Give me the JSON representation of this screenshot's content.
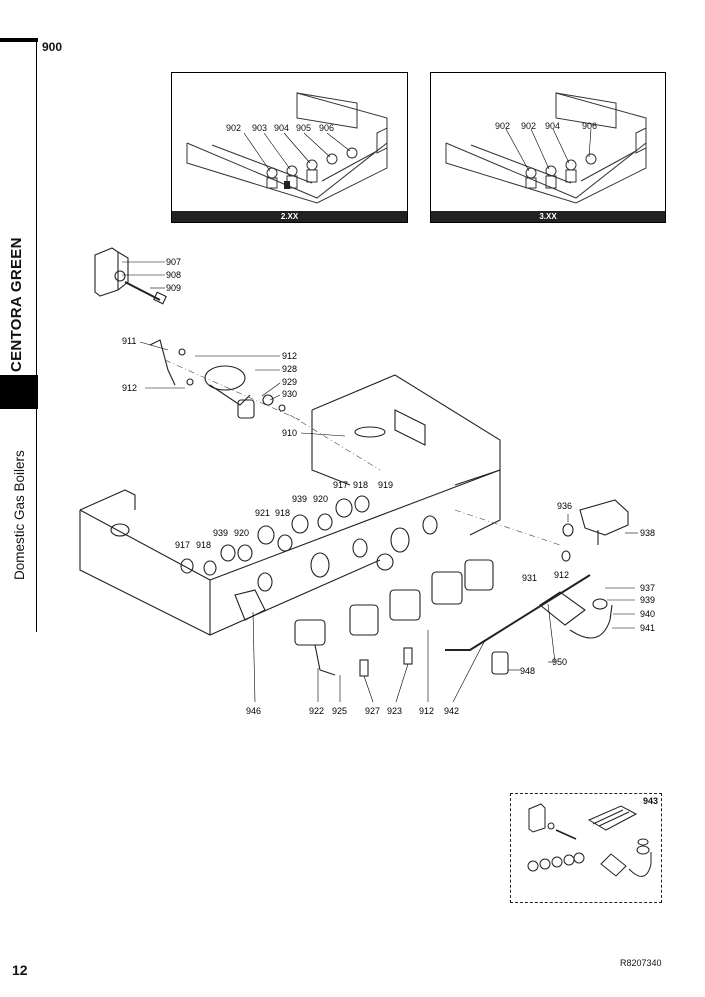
{
  "page": {
    "section_number": "900",
    "brand": "CENTORA GREEN",
    "category": "Domestic Gas Boilers",
    "page_number": "12",
    "doc_ref": "R8207340"
  },
  "variant_left": {
    "label": "2.XX",
    "callouts": [
      "902",
      "903",
      "904",
      "905",
      "906"
    ]
  },
  "variant_right": {
    "label": "3.XX",
    "callouts": [
      "902",
      "902",
      "904",
      "906"
    ]
  },
  "bracket_callouts": [
    "907",
    "908",
    "909"
  ],
  "valve_callouts": [
    "911",
    "912",
    "928",
    "929",
    "912",
    "930"
  ],
  "frame_callouts": [
    "910",
    "917",
    "918",
    "919",
    "939",
    "920",
    "921",
    "918",
    "939",
    "920",
    "917",
    "918"
  ],
  "right_callouts": [
    "936",
    "938",
    "931",
    "912",
    "937",
    "939",
    "940",
    "941",
    "950",
    "948"
  ],
  "bottom_callouts": [
    "946",
    "922",
    "925",
    "927",
    "923",
    "912",
    "942"
  ],
  "kit": {
    "label": "943"
  }
}
